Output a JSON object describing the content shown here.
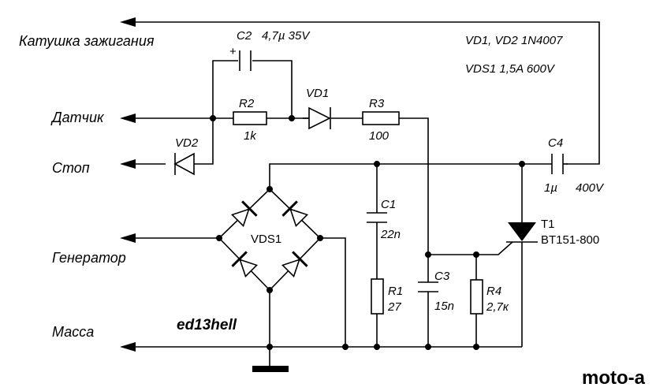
{
  "terminals": {
    "ignition_coil": "Катушка зажигания",
    "sensor": "Датчик",
    "stop": "Стоп",
    "generator": "Генератор",
    "ground": "Масса"
  },
  "components": {
    "c2": {
      "ref": "C2",
      "value": "4,7µ 35V",
      "polarity": "+"
    },
    "r2": {
      "ref": "R2",
      "value": "1k"
    },
    "vd1": {
      "ref": "VD1"
    },
    "r3": {
      "ref": "R3",
      "value": "100"
    },
    "vd2": {
      "ref": "VD2"
    },
    "c4": {
      "ref": "C4",
      "cap": "1µ",
      "voltage": "400V"
    },
    "c1": {
      "ref": "C1",
      "value": "22n"
    },
    "r1": {
      "ref": "R1",
      "value": "27"
    },
    "c3": {
      "ref": "C3",
      "value": "15n"
    },
    "r4": {
      "ref": "R4",
      "value": "2,7к"
    },
    "t1": {
      "ref": "T1",
      "part": "BT151-800"
    },
    "vds1": {
      "ref": "VDS1"
    }
  },
  "notes": {
    "diodes": "VD1, VD2 1N4007",
    "bridge": "VDS1 1,5A 600V"
  },
  "author": "ed13hell",
  "watermark": "moto-a"
}
